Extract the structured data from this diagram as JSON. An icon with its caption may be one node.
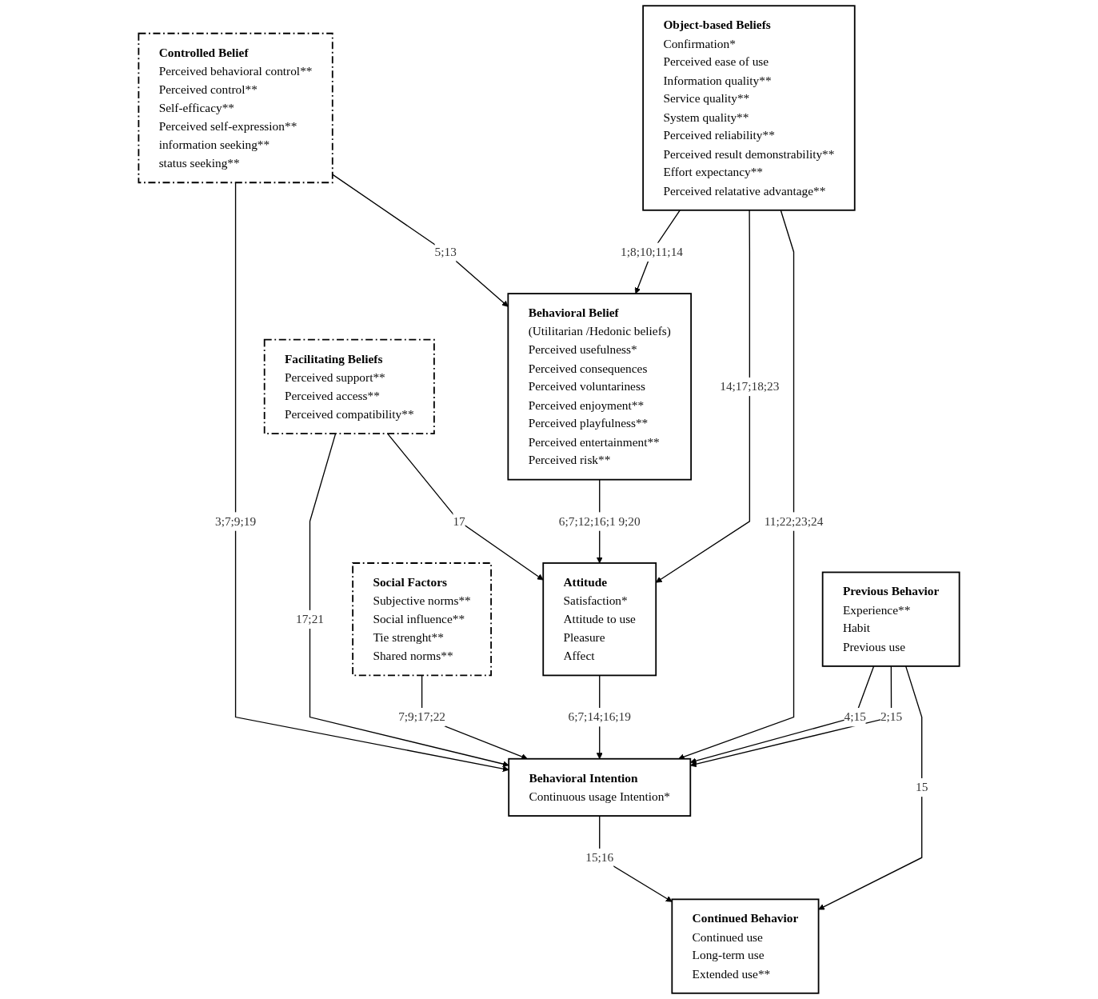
{
  "diagram": {
    "nodes": [
      {
        "text": [
          "Controlled Belief",
          "Perceived behavioral control**",
          "Perceived control**",
          "Self-efficacy**",
          "Perceived self-expression**",
          "information seeking**",
          "status seeking**"
        ]
      },
      {
        "text": [
          "Facilitating Beliefs",
          "Perceived support**",
          "Perceived access**",
          "Perceived compatibility**"
        ]
      },
      {
        "text": [
          "Social Factors",
          "Subjective norms**",
          "Social influence**",
          "Tie strenght**",
          "Shared norms**"
        ]
      },
      {
        "text": [
          "Behavioral Belief",
          "(Utilitarian /Hedonic beliefs)",
          "Perceived usefulness*",
          "Perceived consequences",
          "Perceived voluntariness",
          "Perceived enjoyment**",
          "Perceived playfulness**",
          "Perceived entertainment**",
          "Perceived risk**"
        ]
      },
      {
        "text": [
          "Attitude",
          "Satisfaction*",
          "Attitude to use",
          "Pleasure",
          "Affect"
        ]
      },
      {
        "text": [
          "Behavioral Intention",
          "Continuous usage Intention*"
        ]
      },
      {
        "text": [
          "Object-based Beliefs",
          "Confirmation*",
          "Perceived ease of use",
          "Information quality**",
          "Service quality**",
          "System quality**",
          "Perceived reliability**",
          "Perceived result demonstrability**",
          "Effort expectancy**",
          "Perceived relatative advantage**"
        ]
      },
      {
        "text": [
          "Previous Behavior",
          "Experience**",
          "Habit",
          "Previous use"
        ]
      },
      {
        "text": [
          "Continued Behavior",
          "Continued use",
          "Long-term use",
          "Extended use**"
        ]
      }
    ],
    "edges": [
      {
        "from": 0,
        "to": 3,
        "arrow": "to",
        "label": "5;13"
      },
      {
        "from": 0,
        "to": 5,
        "arrow": "to",
        "label": "3;7;9;19"
      },
      {
        "from": 1,
        "to": 4,
        "arrow": "to",
        "label": "17"
      },
      {
        "from": 1,
        "to": 5,
        "arrow": "to",
        "label": "17;21"
      },
      {
        "from": 2,
        "to": 5,
        "arrow": "to",
        "label": "7;9;17;22"
      },
      {
        "from": 3,
        "to": 4,
        "arrow": "to",
        "label": "6;7;12;16;1 9;20"
      },
      {
        "from": 4,
        "to": 5,
        "arrow": "to",
        "label": "6;7;14;16;19"
      },
      {
        "from": 6,
        "to": 3,
        "arrow": "to",
        "label": "1;8;10;11;14"
      },
      {
        "from": 6,
        "to": 4,
        "arrow": "to",
        "label": "14;17;18;23"
      },
      {
        "from": 6,
        "to": 5,
        "arrow": "to",
        "label": "11;22;23;24"
      },
      {
        "from": 7,
        "to": 5,
        "arrow": "to",
        "label": "4;15"
      },
      {
        "from": 7,
        "to": 5,
        "arrow": "to",
        "label": "2;15"
      },
      {
        "from": 5,
        "to": 8,
        "arrow": "to",
        "label": "15;16"
      },
      {
        "from": 7,
        "to": 8,
        "arrow": "to",
        "label": "15"
      }
    ]
  }
}
